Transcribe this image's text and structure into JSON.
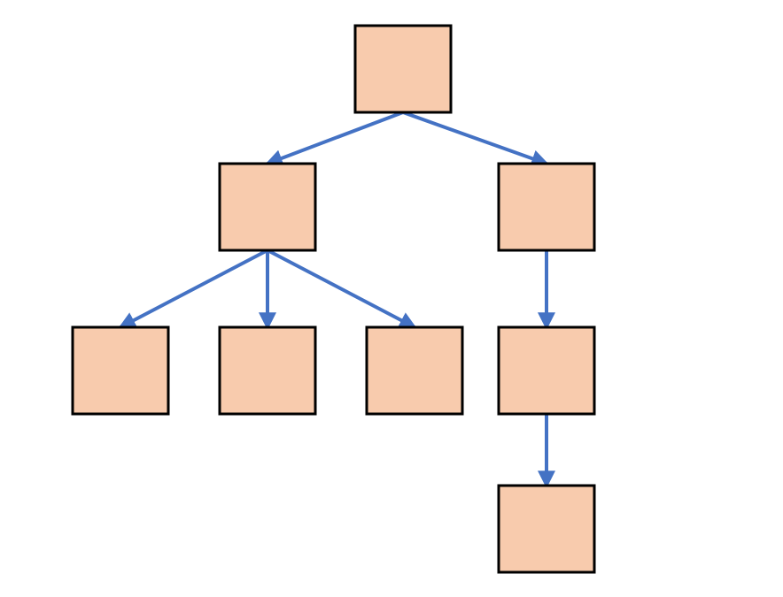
{
  "diagram": {
    "type": "tree",
    "node_fill": "#F8CBAD",
    "node_stroke": "#000000",
    "edge_color": "#4472C4",
    "nodes": [
      {
        "id": "root",
        "label": ""
      },
      {
        "id": "left-child",
        "label": ""
      },
      {
        "id": "right-child",
        "label": ""
      },
      {
        "id": "left-grandchild-1",
        "label": ""
      },
      {
        "id": "left-grandchild-2",
        "label": ""
      },
      {
        "id": "left-grandchild-3",
        "label": ""
      },
      {
        "id": "right-grandchild",
        "label": ""
      },
      {
        "id": "right-great-grandchild",
        "label": ""
      }
    ],
    "edges": [
      {
        "from": "root",
        "to": "left-child"
      },
      {
        "from": "root",
        "to": "right-child"
      },
      {
        "from": "left-child",
        "to": "left-grandchild-1"
      },
      {
        "from": "left-child",
        "to": "left-grandchild-2"
      },
      {
        "from": "left-child",
        "to": "left-grandchild-3"
      },
      {
        "from": "right-child",
        "to": "right-grandchild"
      },
      {
        "from": "right-grandchild",
        "to": "right-great-grandchild"
      }
    ]
  }
}
